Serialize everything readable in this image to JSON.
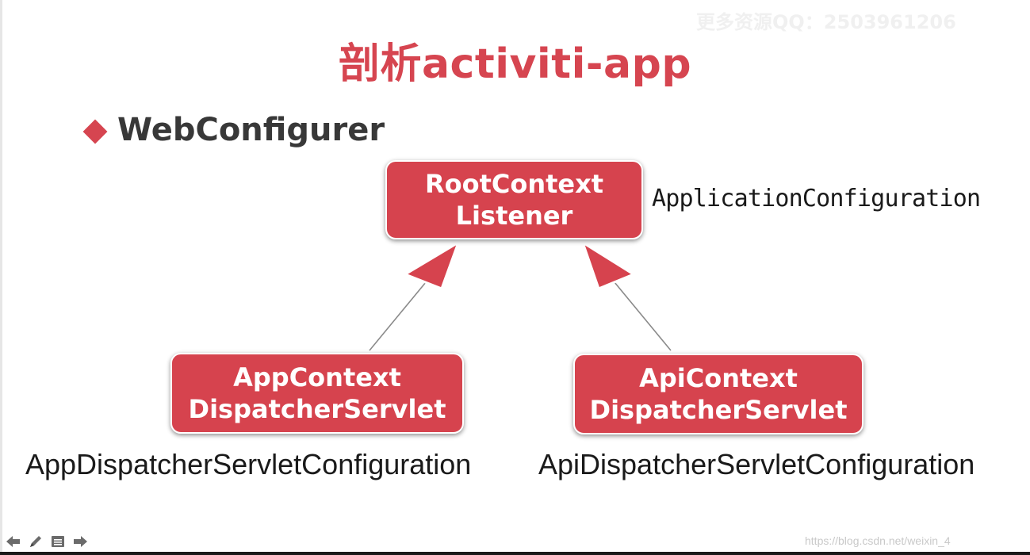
{
  "watermark_top": "更多资源QQ：2503961206",
  "title": "剖析activiti-app",
  "subtitle": "WebConfigurer",
  "nodes": {
    "root": {
      "line1": "RootContext",
      "line2": "Listener",
      "config": "ApplicationConfiguration"
    },
    "app": {
      "line1": "AppContext",
      "line2": "DispatcherServlet",
      "config": "AppDispatcherServletConfiguration"
    },
    "api": {
      "line1": "ApiContext",
      "line2": "DispatcherServlet",
      "config": "ApiDispatcherServletConfiguration"
    }
  },
  "edges": [
    {
      "from": "app",
      "to": "root"
    },
    {
      "from": "api",
      "to": "root"
    }
  ],
  "controls": [
    "arrow-left-icon",
    "pen-icon",
    "menu-icon",
    "arrow-right-icon"
  ],
  "watermark_bottom": "https://blog.csdn.net/weixin_4",
  "colors": {
    "accent": "#d64550",
    "box_fill": "#d6434e",
    "text_dark": "#383838"
  }
}
